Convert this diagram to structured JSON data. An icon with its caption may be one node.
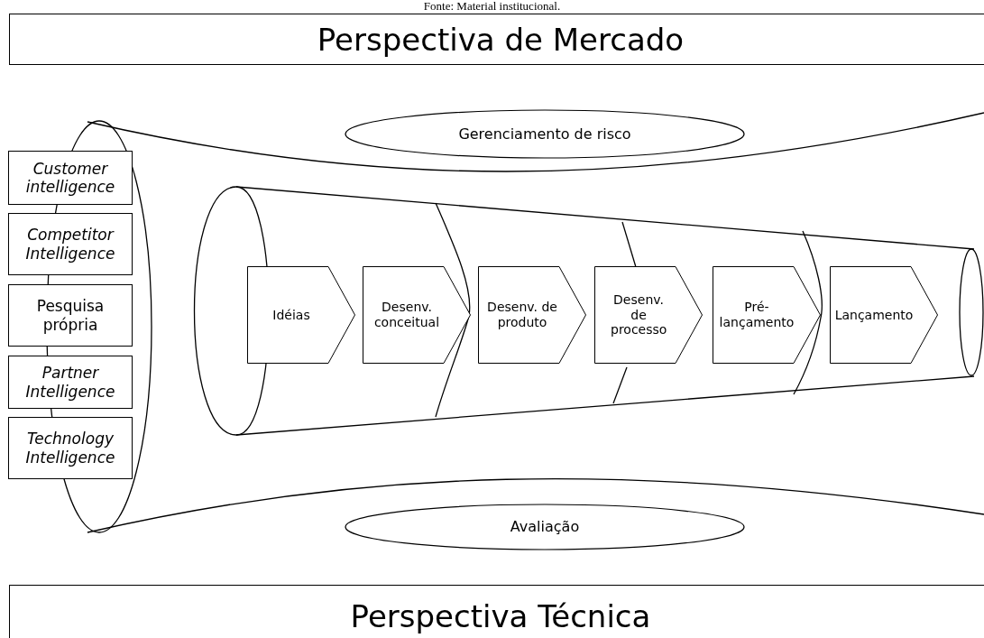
{
  "diagram": {
    "nodes": [
      {
        "text": [
          "Perspectiva de Mercado"
        ]
      },
      {
        "text": [
          "Customer intelligence"
        ]
      },
      {
        "text": [
          "Competitor Intelligence"
        ]
      },
      {
        "text": [
          "Pesquisa própria"
        ]
      },
      {
        "text": [
          "Partner Intelligence"
        ]
      },
      {
        "text": [
          "Technology Intelligence"
        ]
      },
      {
        "text": [
          "Gerenciamento de risco"
        ]
      },
      {
        "text": [
          "Idéias"
        ]
      },
      {
        "text": [
          "Desenv. conceitual"
        ]
      },
      {
        "text": [
          "Desenv. de produto"
        ]
      },
      {
        "text": [
          "Desenv. de processo"
        ]
      },
      {
        "text": [
          "Pré- lançamento"
        ]
      },
      {
        "text": [
          "Lançamento"
        ]
      },
      {
        "text": [
          "Avaliação"
        ]
      },
      {
        "text": [
          "Perspectiva Técnica"
        ]
      }
    ],
    "edges": [],
    "labels": [
      "Fonte: Material institucional."
    ]
  }
}
